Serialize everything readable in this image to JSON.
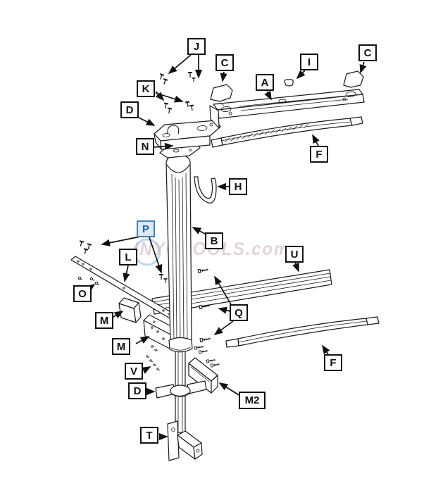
{
  "watermark": {
    "text": "INYOPOOLS.com"
  },
  "colors": {
    "line": "#1a1a1a",
    "label_border": "#111111",
    "label_background": "#ffffff",
    "label_text": "#111111",
    "accent_label_border": "#4a7fb5",
    "accent_label_background": "#dce9f5",
    "accent_label_text": "#1f5fa8",
    "watermark_text": "#cdb4b4",
    "watermark_ring": "#a5c6e6"
  },
  "labels": [
    {
      "id": "J",
      "letter": "J"
    },
    {
      "id": "C-left",
      "letter": "C"
    },
    {
      "id": "I",
      "letter": "I"
    },
    {
      "id": "C-right",
      "letter": "C"
    },
    {
      "id": "A",
      "letter": "A"
    },
    {
      "id": "K",
      "letter": "K"
    },
    {
      "id": "D-top",
      "letter": "D"
    },
    {
      "id": "N",
      "letter": "N"
    },
    {
      "id": "F-top",
      "letter": "F"
    },
    {
      "id": "H",
      "letter": "H"
    },
    {
      "id": "P",
      "letter": "P"
    },
    {
      "id": "B",
      "letter": "B"
    },
    {
      "id": "U",
      "letter": "U"
    },
    {
      "id": "L",
      "letter": "L"
    },
    {
      "id": "O",
      "letter": "O"
    },
    {
      "id": "M-upper",
      "letter": "M"
    },
    {
      "id": "Q",
      "letter": "Q"
    },
    {
      "id": "M-lower",
      "letter": "M"
    },
    {
      "id": "F-bottom",
      "letter": "F"
    },
    {
      "id": "V",
      "letter": "V"
    },
    {
      "id": "D-lower",
      "letter": "D"
    },
    {
      "id": "M2",
      "letter": "M2"
    },
    {
      "id": "T",
      "letter": "T"
    }
  ]
}
